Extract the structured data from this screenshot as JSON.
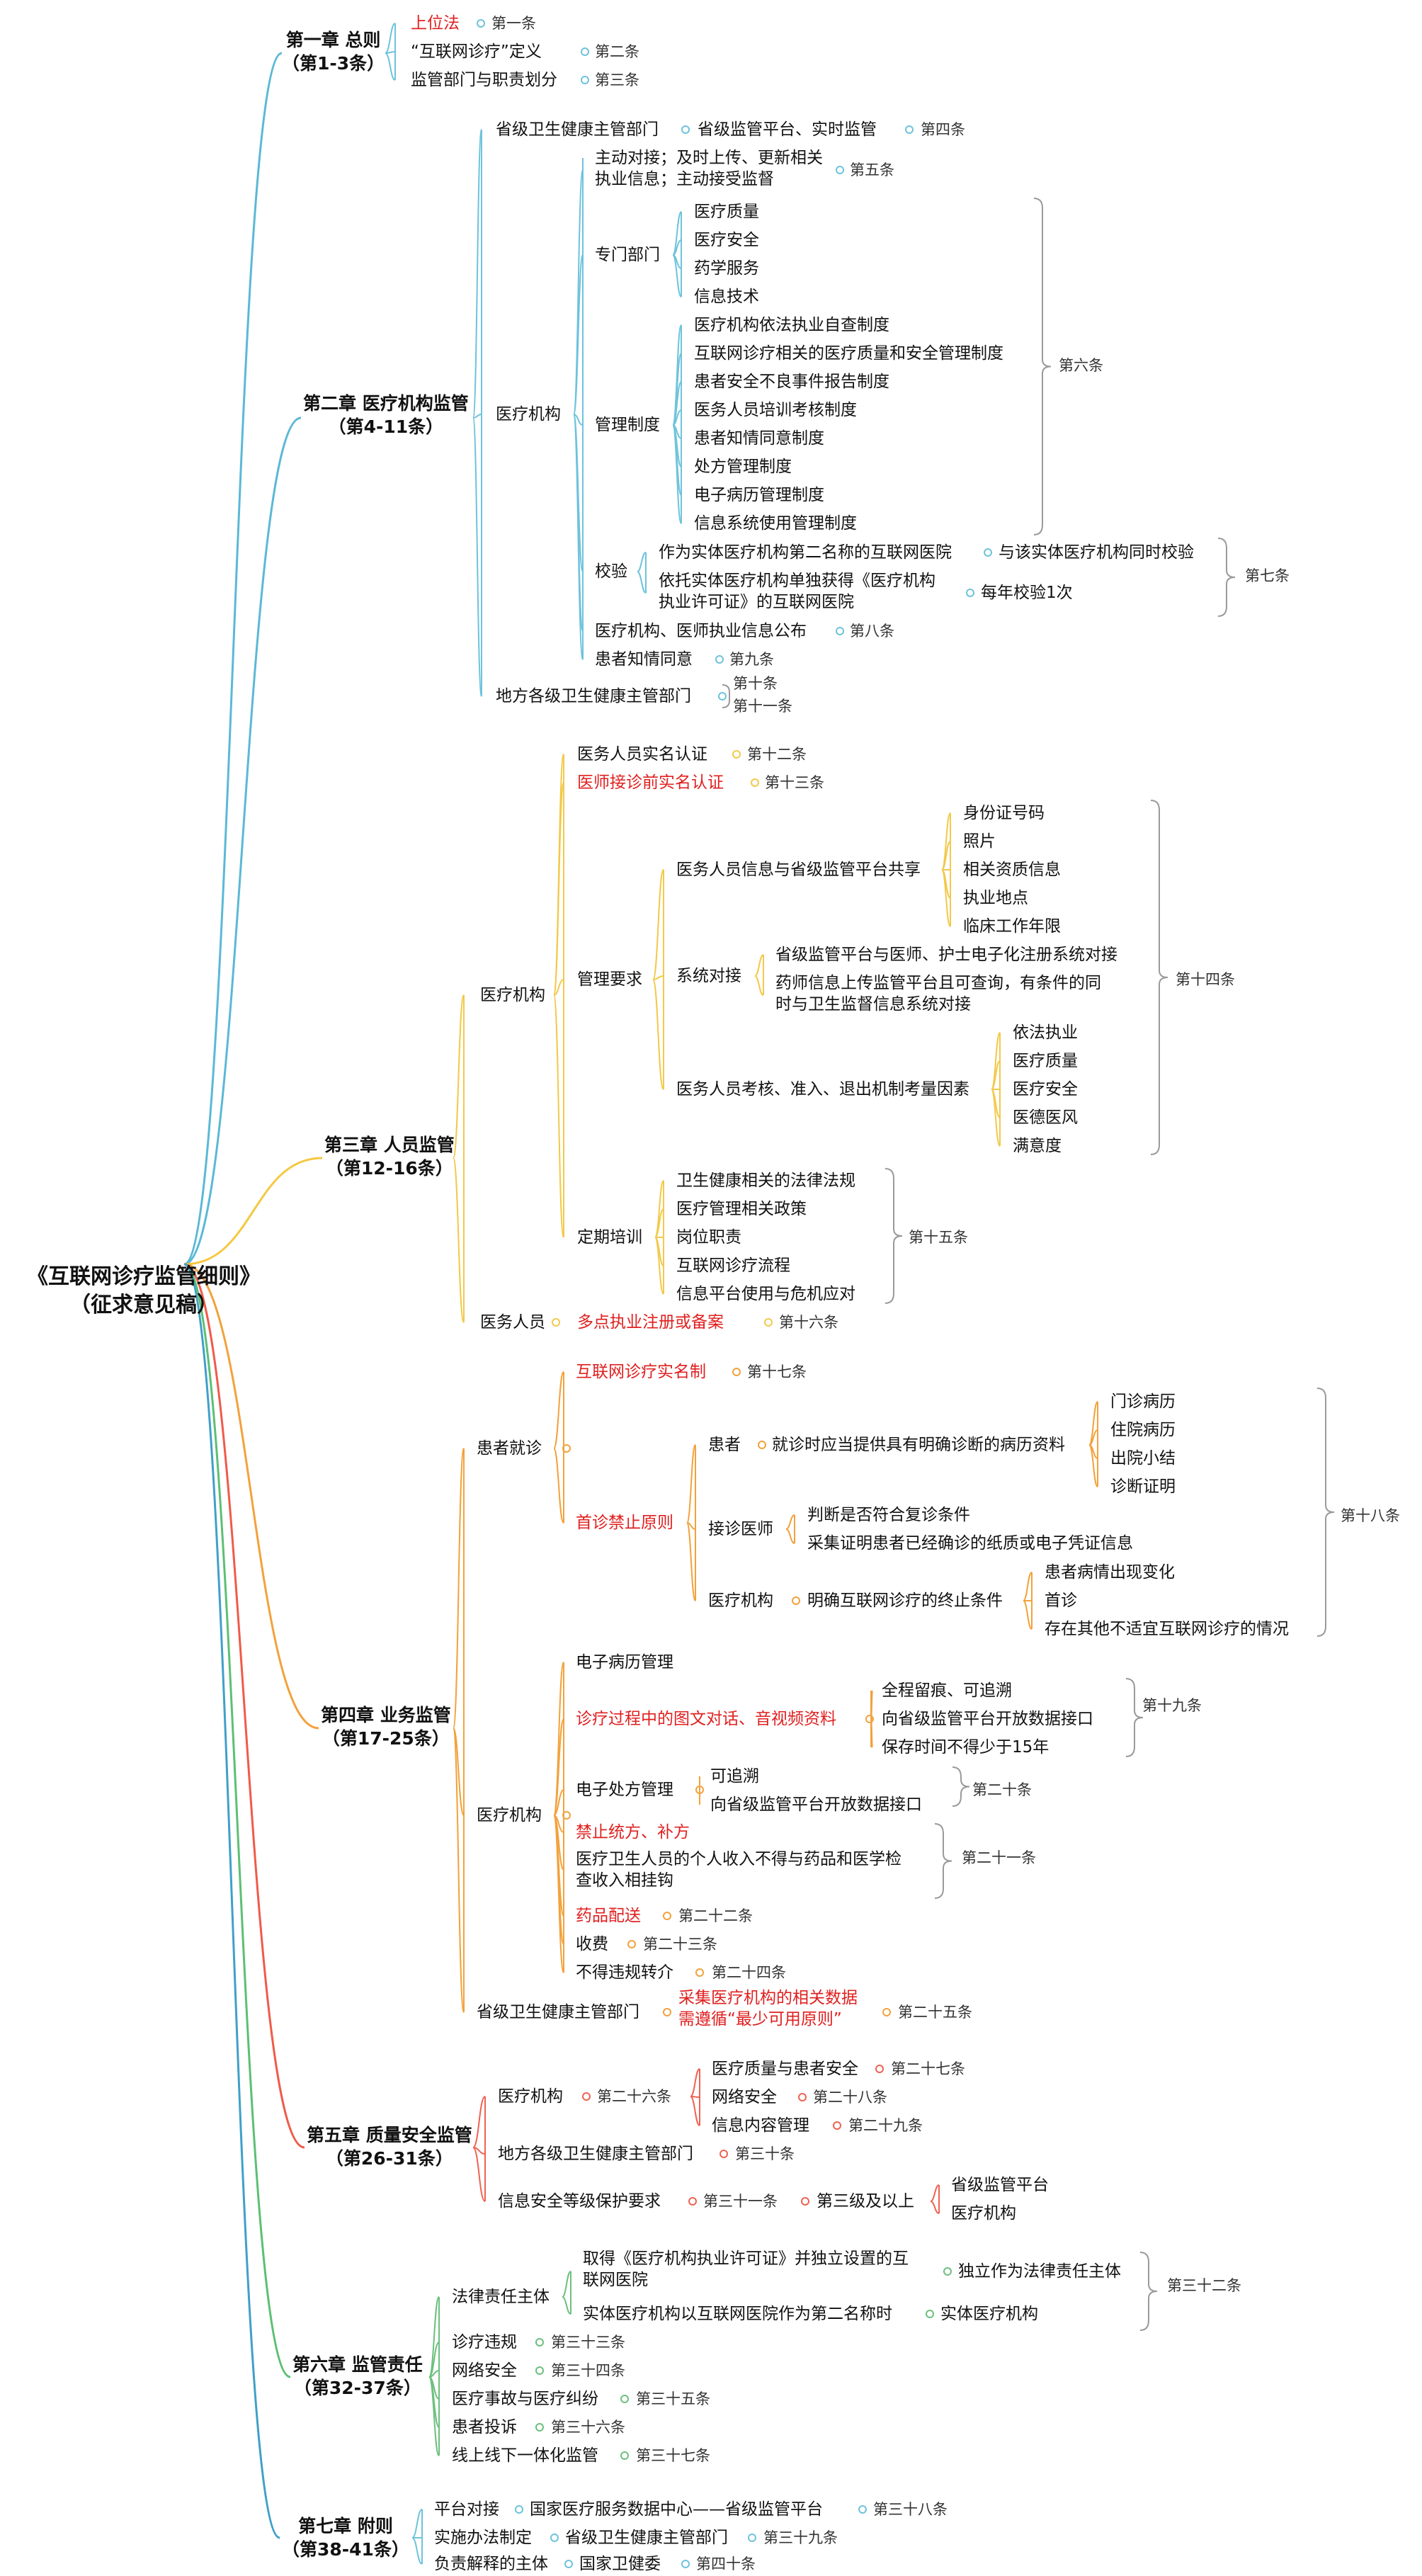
{
  "root": {
    "line1": "《互联网诊疗监管细则》",
    "line2": "（征求意见稿）"
  },
  "colors": {
    "text": "#111111",
    "highlight": "#e02020",
    "connector_c1": "#5bb8d6",
    "connector_c2": "#5bb8d6",
    "connector_c3": "#f5c842",
    "connector_c4": "#f2a23c",
    "connector_c5": "#f05a4a",
    "connector_c6": "#5cbf74",
    "connector_c7": "#3fa0c8"
  },
  "chapters": {
    "c1": {
      "title": "第一章 总则",
      "range": "（第1-3条）",
      "items": {
        "a": "上位法",
        "a_art": "第一条",
        "b": "“互联网诊疗”定义",
        "b_art": "第二条",
        "c": "监管部门与职责划分",
        "c_art": "第三条"
      }
    },
    "c2": {
      "title": "第二章 医疗机构监管",
      "range": "（第4-11条）",
      "prov": "省级卫生健康主管部门",
      "prov_sub": "省级监管平台、实时监管",
      "art4": "第四条",
      "inst": "医疗机构",
      "active1": "主动对接；及时上传、更新相关",
      "active2": "执业信息；主动接受监督",
      "art5": "第五条",
      "dept": "专门部门",
      "dept_items": [
        "医疗质量",
        "医疗安全",
        "药学服务",
        "信息技术"
      ],
      "mgmt": "管理制度",
      "mgmt_items": [
        "医疗机构依法执业自查制度",
        "互联网诊疗相关的医疗质量和安全管理制度",
        "患者安全不良事件报告制度",
        "医务人员培训考核制度",
        "患者知情同意制度",
        "处方管理制度",
        "电子病历管理制度",
        "信息系统使用管理制度"
      ],
      "art6": "第六条",
      "check": "校验",
      "check1": "作为实体医疗机构第二名称的互联网医院",
      "check1_sub": "与该实体医疗机构同时校验",
      "check2a": "依托实体医疗机构单独获得《医疗机构",
      "check2b": "执业许可证》的互联网医院",
      "check2_sub": "每年校验1次",
      "art7": "第七条",
      "publish": "医疗机构、医师执业信息公布",
      "art8": "第八条",
      "consent": "患者知情同意",
      "art9": "第九条",
      "local": "地方各级卫生健康主管部门",
      "art10": "第十条",
      "art11": "第十一条"
    },
    "c3": {
      "title": "第三章 人员监管",
      "range": "（第12-16条）",
      "inst": "医疗机构",
      "realname": "医务人员实名认证",
      "art12": "第十二条",
      "doctor_auth": "医师接诊前实名认证",
      "art13": "第十三条",
      "req": "管理要求",
      "share": "医务人员信息与省级监管平台共享",
      "share_items": [
        "身份证号码",
        "照片",
        "相关资质信息",
        "执业地点",
        "临床工作年限"
      ],
      "sys": "系统对接",
      "sys1": "省级监管平台与医师、护士电子化注册系统对接",
      "sys2a": "药师信息上传监管平台且可查询，有条件的同",
      "sys2b": "时与卫生监督信息系统对接",
      "assess": "医务人员考核、准入、退出机制考量因素",
      "assess_items": [
        "依法执业",
        "医疗质量",
        "医疗安全",
        "医德医风",
        "满意度"
      ],
      "art14": "第十四条",
      "train": "定期培训",
      "train_items": [
        "卫生健康相关的法律法规",
        "医疗管理相关政策",
        "岗位职责",
        "互联网诊疗流程",
        "信息平台使用与危机应对"
      ],
      "art15": "第十五条",
      "staff": "医务人员",
      "multi": "多点执业注册或备案",
      "art16": "第十六条"
    },
    "c4": {
      "title": "第四章 业务监管",
      "range": "（第17-25条）",
      "patient": "患者就诊",
      "realname": "互联网诊疗实名制",
      "art17": "第十七条",
      "first_ban": "首诊禁止原则",
      "pt": "患者",
      "pt_sub": "就诊时应当提供具有明确诊断的病历资料",
      "pt_items": [
        "门诊病历",
        "住院病历",
        "出院小结",
        "诊断证明"
      ],
      "doc": "接诊医师",
      "doc1": "判断是否符合复诊条件",
      "doc2": "采集证明患者已经确诊的纸质或电子凭证信息",
      "inst_term": "医疗机构",
      "term": "明确互联网诊疗的终止条件",
      "term_items": [
        "患者病情出现变化",
        "首诊",
        "存在其他不适宜互联网诊疗的情况"
      ],
      "art18": "第十八条",
      "inst": "医疗机构",
      "emr": "电子病历管理",
      "av": "诊疗过程中的图文对话、音视频资料",
      "av_items": [
        "全程留痕、可追溯",
        "向省级监管平台开放数据接口",
        "保存时间不得少于15年"
      ],
      "art19": "第十九条",
      "erx": "电子处方管理",
      "erx_items": [
        "可追溯",
        "向省级监管平台开放数据接口"
      ],
      "art20": "第二十条",
      "ban_quota": "禁止统方、补方",
      "income_a": "医疗卫生人员的个人收入不得与药品和医学检",
      "income_b": "查收入相挂钩",
      "art21": "第二十一条",
      "delivery": "药品配送",
      "art22": "第二十二条",
      "fee": "收费",
      "art23": "第二十三条",
      "transfer": "不得违规转介",
      "art24": "第二十四条",
      "prov": "省级卫生健康主管部门",
      "collect_a": "采集医疗机构的相关数据",
      "collect_b": "需遵循“最少可用原则”",
      "art25": "第二十五条"
    },
    "c5": {
      "title": "第五章 质量安全监管",
      "range": "（第26-31条）",
      "inst": "医疗机构",
      "art26": "第二十六条",
      "quality": "医疗质量与患者安全",
      "art27": "第二十七条",
      "net": "网络安全",
      "art28": "第二十八条",
      "content": "信息内容管理",
      "art29": "第二十九条",
      "local": "地方各级卫生健康主管部门",
      "art30": "第三十条",
      "level": "信息安全等级保护要求",
      "art31": "第三十一条",
      "level3": "第三级及以上",
      "level3_items": [
        "省级监管平台",
        "医疗机构"
      ]
    },
    "c6": {
      "title": "第六章 监管责任",
      "range": "（第32-37条）",
      "legal": "法律责任主体",
      "legal1a": "取得《医疗机构执业许可证》并独立设置的互",
      "legal1b": "联网医院",
      "legal1_sub": "独立作为法律责任主体",
      "legal2": "实体医疗机构以互联网医院作为第二名称时",
      "legal2_sub": "实体医疗机构",
      "art32": "第三十二条",
      "violation": "诊疗违规",
      "art33": "第三十三条",
      "net": "网络安全",
      "art34": "第三十四条",
      "dispute": "医疗事故与医疗纠纷",
      "art35": "第三十五条",
      "complaint": "患者投诉",
      "art36": "第三十六条",
      "online": "线上线下一体化监管",
      "art37": "第三十七条"
    },
    "c7": {
      "title": "第七章 附则",
      "range": "（第38-41条）",
      "platform": "平台对接",
      "platform_sub": "国家医疗服务数据中心——省级监管平台",
      "art38": "第三十八条",
      "impl": "实施办法制定",
      "impl_sub": "省级卫生健康主管部门",
      "art39": "第三十九条",
      "interp": "负责解释的主体",
      "interp_sub": "国家卫健委",
      "art40": "第四十条"
    }
  }
}
